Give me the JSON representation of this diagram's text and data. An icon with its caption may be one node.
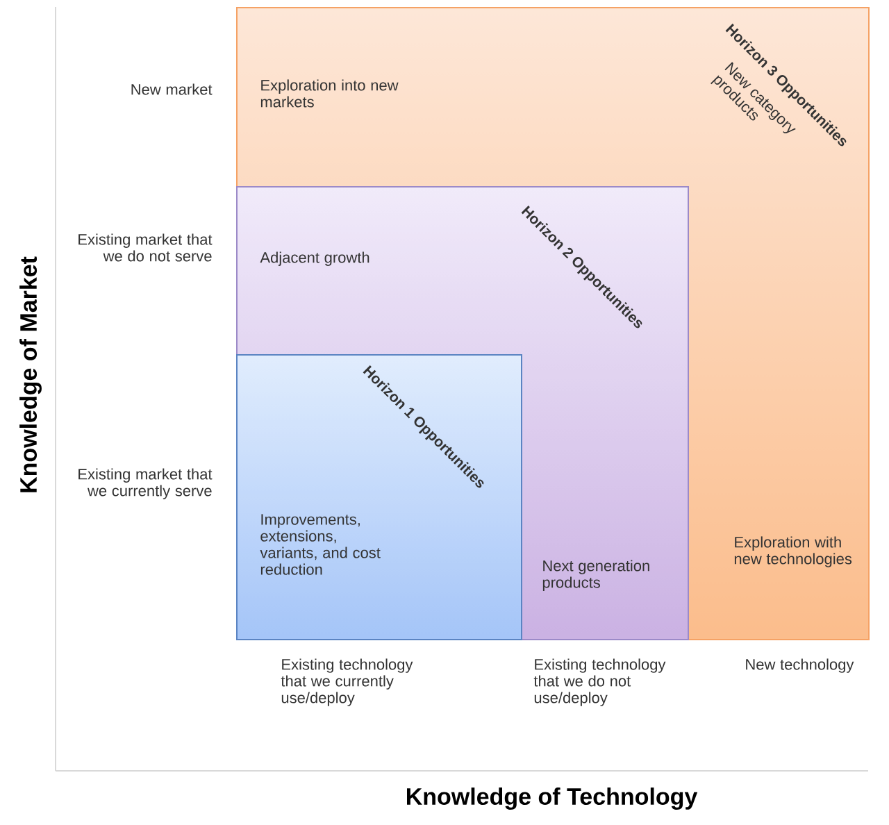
{
  "diagram": {
    "nodes": [
      {
        "text": [
          "Horizon 3 Opportunities",
          "New category products",
          "Exploration into new markets",
          "Exploration with new technologies"
        ]
      },
      {
        "text": [
          "Horizon 2 Opportunities",
          "Adjacent growth",
          "Next generation products"
        ],
        "in": 0
      },
      {
        "text": [
          "Horizon 1 Opportunities",
          "Improvements, extensions, variants, and cost reduction"
        ],
        "in": 1
      }
    ],
    "labels": [
      "New market",
      "Existing market that we do not serve",
      "Knowledge of Market",
      "Existing market that we currently serve",
      "Existing technology that we currently use/deploy",
      "Existing technology that we do not use/deploy",
      "New technology",
      "Knowledge of Technology"
    ]
  }
}
